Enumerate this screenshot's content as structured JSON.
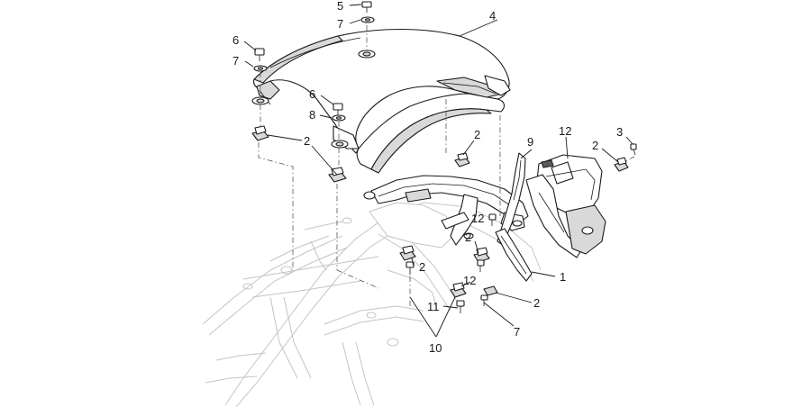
{
  "diagram": {
    "callouts": [
      {
        "id": "c1",
        "text": "1"
      },
      {
        "id": "c2a",
        "text": "2"
      },
      {
        "id": "c2b",
        "text": "2"
      },
      {
        "id": "c2c",
        "text": "2"
      },
      {
        "id": "c2d",
        "text": "2"
      },
      {
        "id": "c2e",
        "text": "2"
      },
      {
        "id": "c2f",
        "text": "2"
      },
      {
        "id": "c2g",
        "text": "2"
      },
      {
        "id": "c3",
        "text": "3"
      },
      {
        "id": "c4",
        "text": "4"
      },
      {
        "id": "c5",
        "text": "5"
      },
      {
        "id": "c6a",
        "text": "6"
      },
      {
        "id": "c6b",
        "text": "6"
      },
      {
        "id": "c7a",
        "text": "7"
      },
      {
        "id": "c7b",
        "text": "7"
      },
      {
        "id": "c7c",
        "text": "7"
      },
      {
        "id": "c8",
        "text": "8"
      },
      {
        "id": "c9",
        "text": "9"
      },
      {
        "id": "c10",
        "text": "10"
      },
      {
        "id": "c11",
        "text": "11"
      },
      {
        "id": "c12a",
        "text": "12"
      },
      {
        "id": "c12b",
        "text": "12"
      },
      {
        "id": "c12c",
        "text": "12"
      }
    ]
  }
}
